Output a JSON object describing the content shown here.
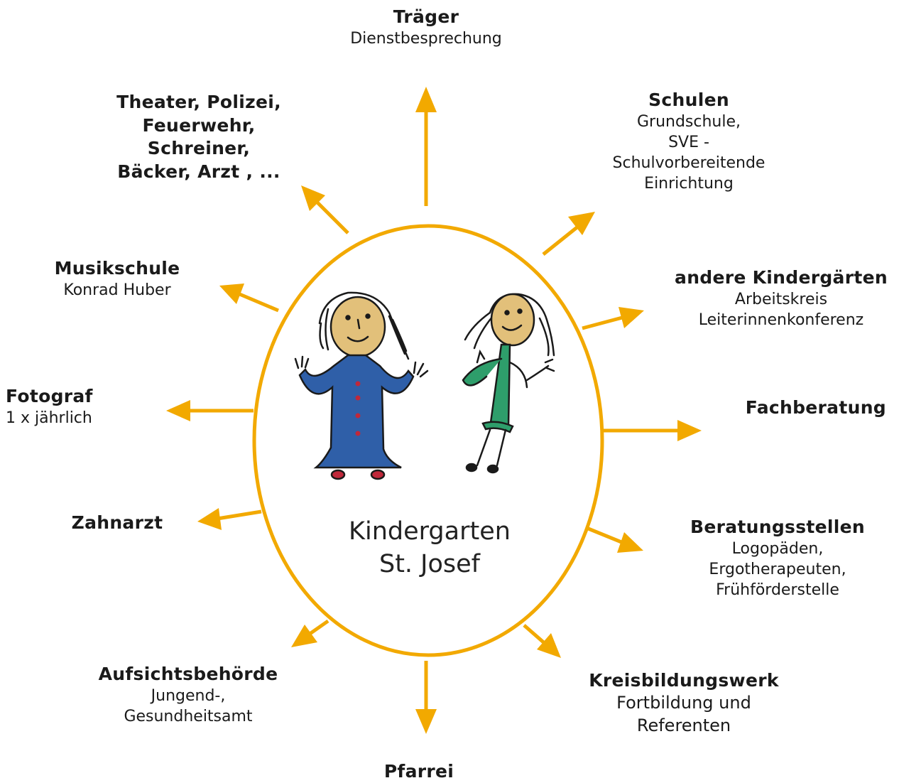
{
  "colors": {
    "arrow": "#F2A900",
    "ellipse": "#F2A900",
    "text": "#1a1a1a",
    "child1_dress": "#2F5FA8",
    "child2_dress": "#2E9E6B",
    "skin": "#E2C07A"
  },
  "center": {
    "line1": "Kindergarten",
    "line2": "St. Josef"
  },
  "nodes": {
    "traeger": {
      "title": "Träger",
      "sub": [
        "Dienstbesprechung"
      ]
    },
    "schulen": {
      "title": "Schulen",
      "sub": [
        "Grundschule,",
        "SVE -",
        "Schulvorbereitende",
        "Einrichtung"
      ]
    },
    "andere_kindergaerten": {
      "title": "andere Kindergärten",
      "sub": [
        "Arbeitskreis",
        "Leiterinnenkonferenz"
      ]
    },
    "fachberatung": {
      "title": "Fachberatung",
      "sub": []
    },
    "beratungsstellen": {
      "title": "Beratungsstellen",
      "sub": [
        "Logopäden,",
        "Ergotherapeuten,",
        "Frühförderstelle"
      ]
    },
    "kreisbildungswerk": {
      "title": "Kreisbildungswerk",
      "sub": [
        "Fortbildung und",
        "Referenten"
      ]
    },
    "pfarrei": {
      "title": "Pfarrei",
      "sub": []
    },
    "aufsichtsbehoerde": {
      "title": "Aufsichtsbehörde",
      "sub": [
        "Jungend-,",
        "Gesundheitsamt"
      ]
    },
    "zahnarzt": {
      "title": "Zahnarzt",
      "sub": []
    },
    "fotograf": {
      "title": "Fotograf",
      "sub": [
        "1 x jährlich"
      ]
    },
    "musikschule": {
      "title": "Musikschule",
      "sub": [
        "Konrad Huber"
      ]
    },
    "theater": {
      "title_lines": [
        "Theater, Polizei,",
        "Feuerwehr,",
        "Schreiner,",
        "Bäcker, Arzt , ..."
      ]
    }
  }
}
